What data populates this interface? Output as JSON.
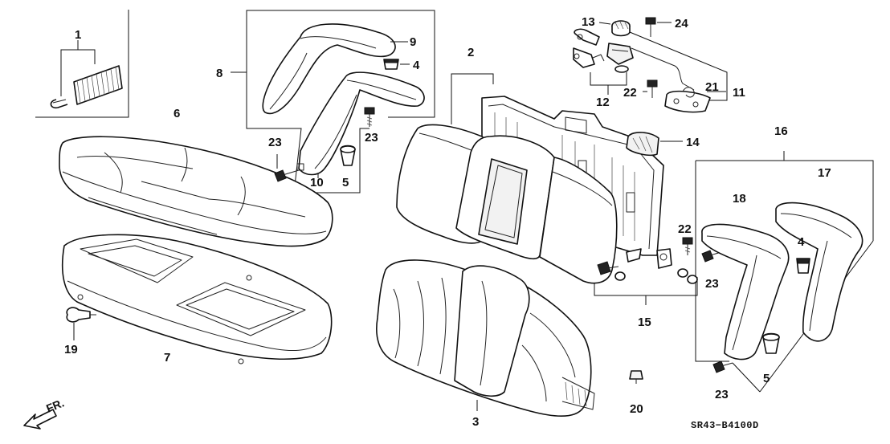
{
  "diagram": {
    "callouts": {
      "c1": "1",
      "c2": "2",
      "c3": "3",
      "c4a": "4",
      "c4b": "4",
      "c5a": "5",
      "c5b": "5",
      "c6": "6",
      "c7": "7",
      "c8": "8",
      "c9": "9",
      "c10": "10",
      "c11": "11",
      "c12": "12",
      "c13": "13",
      "c14": "14",
      "c15": "15",
      "c16": "16",
      "c17": "17",
      "c18": "18",
      "c19": "19",
      "c20": "20",
      "c21": "21",
      "c22a": "22",
      "c22b": "22",
      "c23a": "23",
      "c23b": "23",
      "c23c": "23",
      "c23d": "23",
      "c24": "24"
    },
    "direction_label": "FR.",
    "reference_code": "SR43−B4100D"
  }
}
